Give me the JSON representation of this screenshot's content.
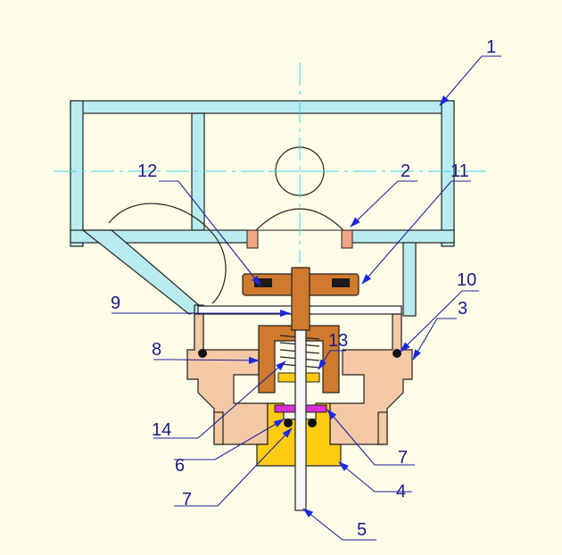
{
  "colors": {
    "background": "#fefde8",
    "frame_body": "#b9ecf0",
    "valve_body": "#f3c9a6",
    "cap": "#ffcc12",
    "seat_ring": "#f0a585",
    "disc": "#cf7a2c",
    "seal": "#d82fd8",
    "centerline": "#34d7e5",
    "leader": "#2020a0",
    "arrow": "#1e28e0",
    "label": "#1a1a8a"
  },
  "callouts": [
    {
      "id": "1",
      "label": "1"
    },
    {
      "id": "2",
      "label": "2"
    },
    {
      "id": "3",
      "label": "3"
    },
    {
      "id": "4",
      "label": "4"
    },
    {
      "id": "5",
      "label": "5"
    },
    {
      "id": "6",
      "label": "6"
    },
    {
      "id": "7a",
      "label": "7"
    },
    {
      "id": "7b",
      "label": "7"
    },
    {
      "id": "8",
      "label": "8"
    },
    {
      "id": "9",
      "label": "9"
    },
    {
      "id": "10",
      "label": "10"
    },
    {
      "id": "11",
      "label": "11"
    },
    {
      "id": "12",
      "label": "12"
    },
    {
      "id": "13",
      "label": "13"
    },
    {
      "id": "14",
      "label": "14"
    }
  ]
}
